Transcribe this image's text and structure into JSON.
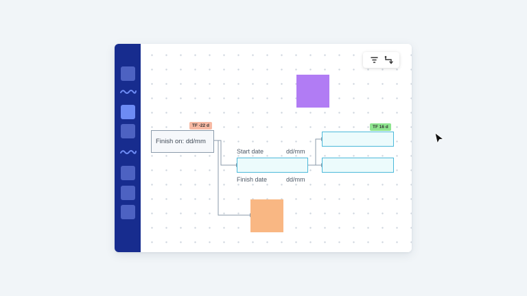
{
  "colors": {
    "sidebar": "#172c8e",
    "sidebar_button": "#4d62c2",
    "sidebar_button_active": "#6d8bf4",
    "purple_square": "#b17cf4",
    "orange_square": "#f9b783",
    "task_border": "#8a9aaa",
    "bar_border": "#4ab8d9",
    "tag_red": "#f7b9a3",
    "tag_green": "#8ee58f"
  },
  "toolbar": {
    "filter_icon": "filter-icon",
    "connector_icon": "connector-icon"
  },
  "task": {
    "label": "Finish on: dd/mm",
    "float_tag": "TF -22 d"
  },
  "timeline": {
    "start_label": "Start date",
    "start_value": "dd/mm",
    "finish_label": "Finish date",
    "finish_value": "dd/mm",
    "float_tag": "TF 16 d"
  }
}
